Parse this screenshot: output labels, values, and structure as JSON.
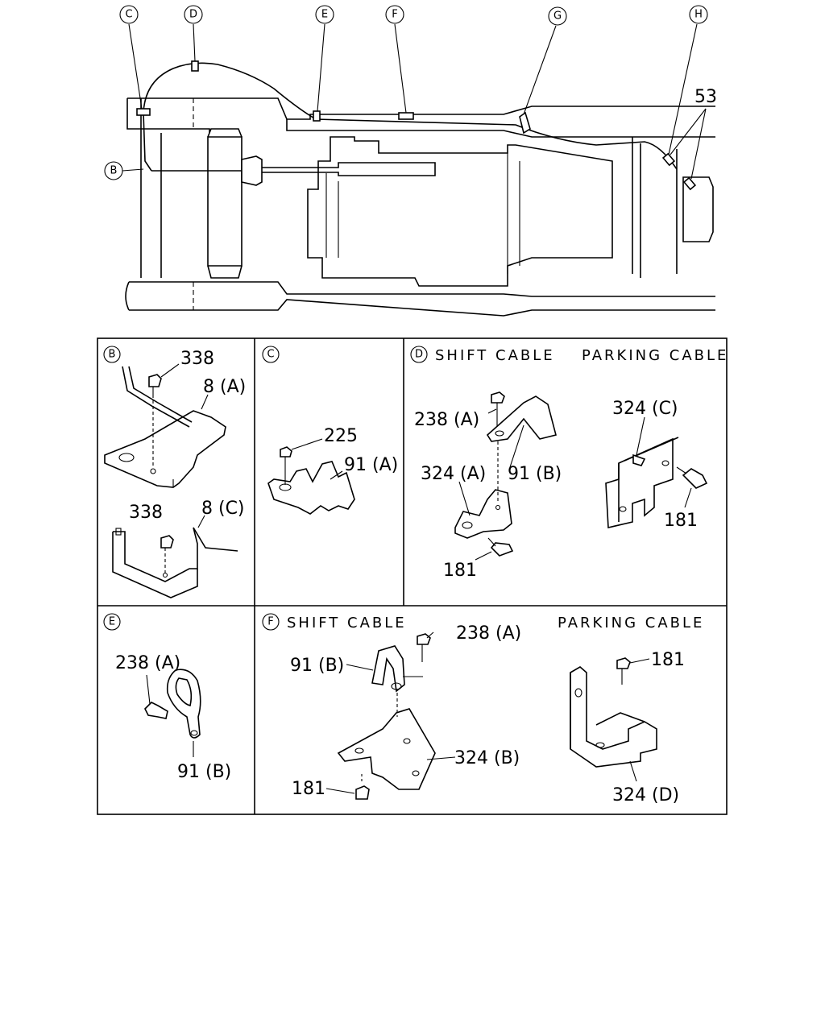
{
  "callouts": {
    "overview": {
      "c": "C",
      "d": "D",
      "e": "E",
      "f": "F",
      "g": "G",
      "h": "H",
      "b": "B"
    },
    "panel_b": "B",
    "panel_c": "C",
    "panel_d": "D",
    "panel_e": "E",
    "panel_f": "F"
  },
  "overview": {
    "part_53": "53"
  },
  "panel_b": {
    "bolt_top": "338",
    "bracket_top": "8 (A)",
    "bolt_bottom": "338",
    "bracket_bottom": "8 (C)"
  },
  "panel_c": {
    "nut": "225",
    "clip": "91 (A)"
  },
  "panel_d": {
    "shift_heading": "SHIFT CABLE",
    "parking_heading": "PARKING CABLE",
    "bolt_238a": "238 (A)",
    "clip_91b": "91 (B)",
    "bracket_324a": "324 (A)",
    "bolt_181_left": "181",
    "bracket_324c": "324 (C)",
    "bolt_181_right": "181"
  },
  "panel_e": {
    "bolt_238a": "238 (A)",
    "clip_91b": "91 (B)"
  },
  "panel_f": {
    "shift_heading": "SHIFT CABLE",
    "parking_heading": "PARKING CABLE",
    "bolt_238a": "238 (A)",
    "clip_91b": "91 (B)",
    "bracket_324b": "324 (B)",
    "bolt_181_left": "181",
    "bolt_181_right": "181",
    "bracket_324d": "324 (D)"
  }
}
